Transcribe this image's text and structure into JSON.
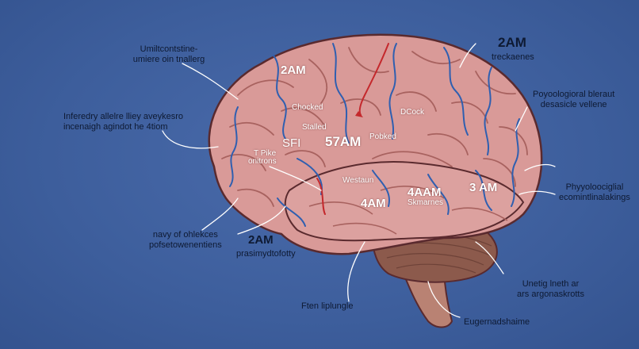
{
  "colors": {
    "background": "#3d5e9c",
    "brain_fill": "#d99a98",
    "brain_outline": "#5a2a2e",
    "vein_blue": "#2f5fb0",
    "vein_red": "#c4282c",
    "cerebellum": "#8c5a4c",
    "stem": "#b98273"
  },
  "outer_labels": [
    {
      "id": "tl1",
      "lines": [
        "Umiltcontstine-",
        "umiere oin tnallerg"
      ]
    },
    {
      "id": "tl2",
      "lines": [
        "Inferedry allelre lliey aveykesro",
        "incenaigh agindot he 4tiom"
      ]
    },
    {
      "id": "bl1",
      "lines": [
        "navy of ohlekces",
        "pofsetowenentiens"
      ]
    },
    {
      "id": "bl2_time",
      "lines": [
        "2AM"
      ]
    },
    {
      "id": "bl2",
      "lines": [
        "prasimydtofotty"
      ]
    },
    {
      "id": "bc1",
      "lines": [
        "Ften liplungle"
      ]
    },
    {
      "id": "br1",
      "lines": [
        "Eugernadshaime"
      ]
    },
    {
      "id": "br2",
      "lines": [
        "Unetig lneth ar",
        "ars argonaskrotts"
      ]
    },
    {
      "id": "r1",
      "lines": [
        "Phyyoloociglial",
        "ecomintlinalakings"
      ]
    },
    {
      "id": "r2",
      "lines": [
        "Poyoologioral bleraut",
        "desasicle vellene"
      ]
    },
    {
      "id": "tr_time",
      "lines": [
        "2AM"
      ]
    },
    {
      "id": "tr1",
      "lines": [
        "treckaenes"
      ]
    }
  ],
  "brain_labels": [
    {
      "id": "b1",
      "text": "2AM"
    },
    {
      "id": "b2",
      "text": "Chocked"
    },
    {
      "id": "b3",
      "text": "Stalled"
    },
    {
      "id": "b4",
      "text": "SFI"
    },
    {
      "id": "b5",
      "text": "57AM"
    },
    {
      "id": "b6",
      "text": "Pobked"
    },
    {
      "id": "b7",
      "text": "DCock"
    },
    {
      "id": "b8",
      "text": "T Pike"
    },
    {
      "id": "b9",
      "text": "onitrons"
    },
    {
      "id": "b10",
      "text": "Westaun"
    },
    {
      "id": "b11",
      "text": "4AAM"
    },
    {
      "id": "b12",
      "text": "Skmarnes"
    },
    {
      "id": "b13",
      "text": "4AM"
    },
    {
      "id": "b14",
      "text": "3 AM"
    }
  ]
}
